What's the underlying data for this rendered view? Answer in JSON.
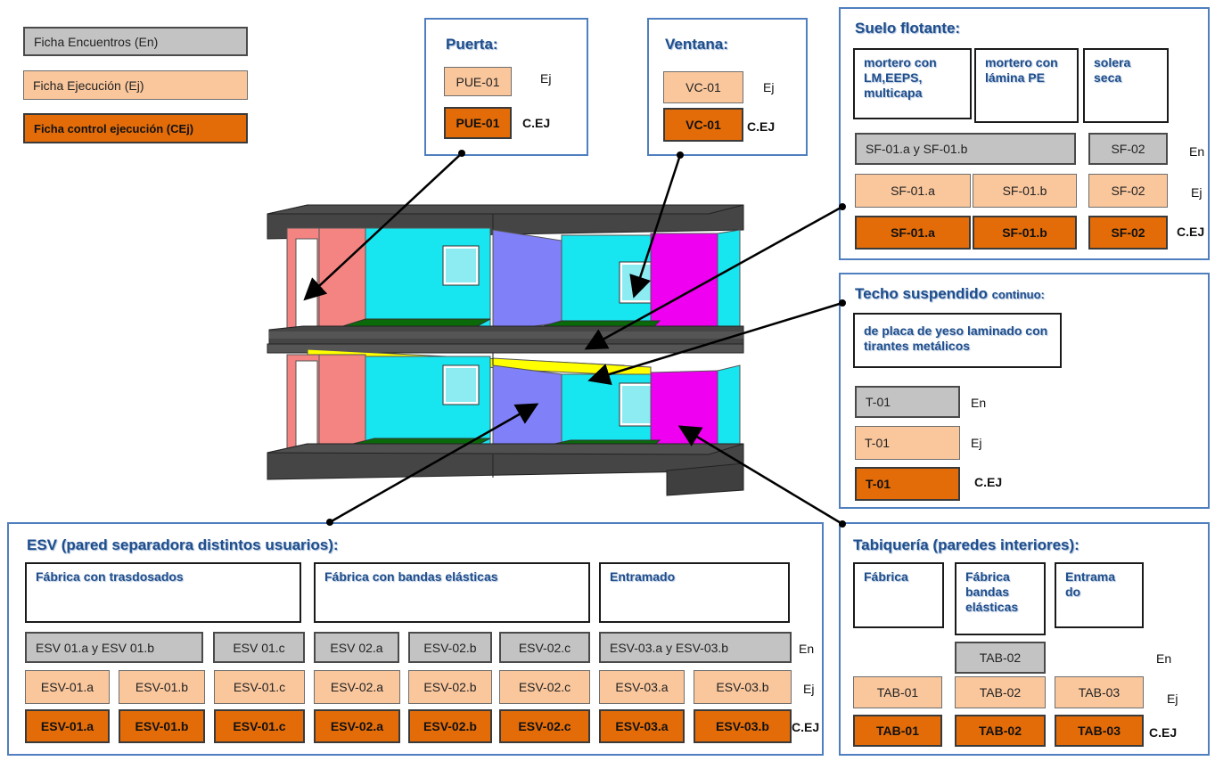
{
  "legend": {
    "encuentros": "Ficha Encuentros (En)",
    "ejecucion": "Ficha Ejecución (Ej)",
    "control": "Ficha control ejecución (CEj)",
    "colors": {
      "encuentros": "#c3c3c3",
      "ejecucion": "#fac79d",
      "control": "#e36c09",
      "title": "#1f4e8c",
      "panel_border": "#4f7fbf"
    }
  },
  "puerta": {
    "title": "Puerta:",
    "ej_code": "PUE-01",
    "cej_code": "PUE-01",
    "ej_tag": "Ej",
    "cej_tag": "C.EJ"
  },
  "ventana": {
    "title": "Ventana:",
    "ej_code": "VC-01",
    "cej_code": "VC-01",
    "ej_tag": "Ej",
    "cej_tag": "C.EJ"
  },
  "suelo": {
    "title": "Suelo flotante:",
    "headers": [
      "mortero con LM,EEPS, multicapa",
      "mortero con lámina PE",
      "solera seca"
    ],
    "en": [
      "SF-01.a y SF-01.b",
      "SF-02"
    ],
    "ej": [
      "SF-01.a",
      "SF-01.b",
      "SF-02"
    ],
    "cej": [
      "SF-01.a",
      "SF-01.b",
      "SF-02"
    ],
    "tags": {
      "en": "En",
      "ej": "Ej",
      "cej": "C.EJ"
    }
  },
  "techo": {
    "title": "Techo suspendido",
    "title_suffix": "continuo:",
    "header": "de placa de yeso laminado con tirantes metálicos",
    "en": "T-01",
    "ej": "T-01",
    "cej": "T-01",
    "tags": {
      "en": "En",
      "ej": "Ej",
      "cej": "C.EJ"
    }
  },
  "esv": {
    "title": "ESV (pared separadora distintos usuarios):",
    "headers": [
      "Fábrica con trasdosados",
      "Fábrica con bandas elásticas",
      "Entramado"
    ],
    "en": [
      "ESV 01.a y ESV 01.b",
      "ESV 01.c",
      "ESV 02.a",
      "ESV-02.b",
      "ESV-02.c",
      "ESV-03.a y ESV-03.b"
    ],
    "ej": [
      "ESV-01.a",
      "ESV-01.b",
      "ESV-01.c",
      "ESV-02.a",
      "ESV-02.b",
      "ESV-02.c",
      "ESV-03.a",
      "ESV-03.b"
    ],
    "cej": [
      "ESV-01.a",
      "ESV-01.b",
      "ESV-01.c",
      "ESV-02.a",
      "ESV-02.b",
      "ESV-02.c",
      "ESV-03.a",
      "ESV-03.b"
    ],
    "tags": {
      "en": "En",
      "ej": "Ej",
      "cej": "C.EJ"
    }
  },
  "tabiqueria": {
    "title": "Tabiquería (paredes interiores):",
    "headers": [
      "Fábrica",
      "Fábrica bandas elásticas",
      "Entrama do"
    ],
    "en": [
      "TAB-02"
    ],
    "ej": [
      "TAB-01",
      "TAB-02",
      "TAB-03"
    ],
    "cej": [
      "TAB-01",
      "TAB-02",
      "TAB-03"
    ],
    "tags": {
      "en": "En",
      "ej": "Ej",
      "cej": "C.EJ"
    }
  }
}
